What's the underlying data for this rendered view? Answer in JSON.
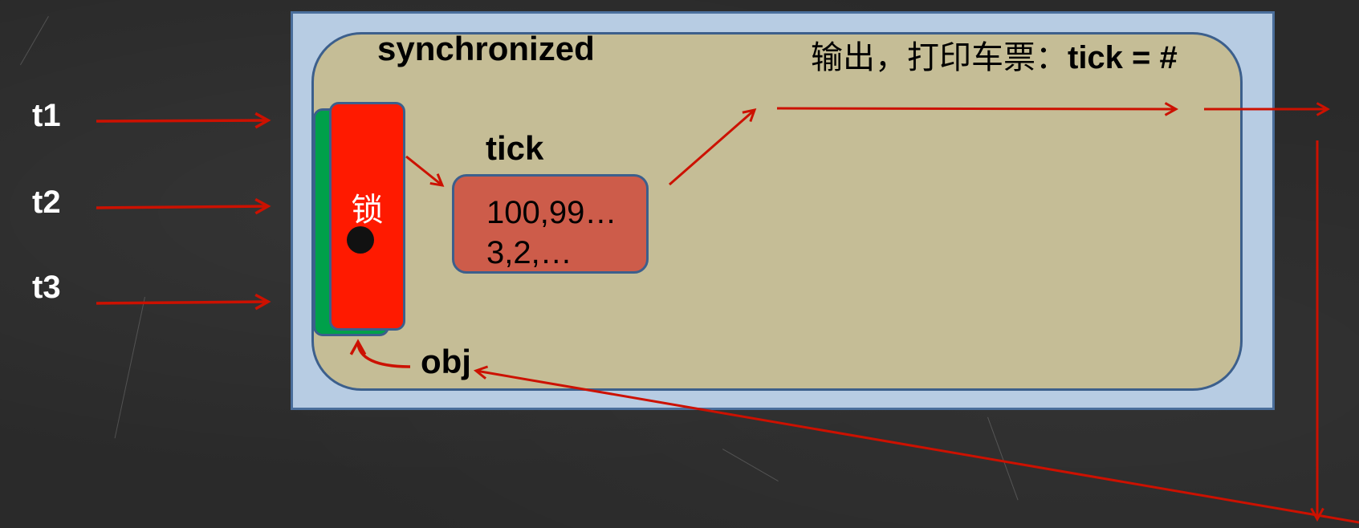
{
  "threads": [
    "t1",
    "t2",
    "t3"
  ],
  "sync_block": {
    "title": "synchronized",
    "output_prefix": "输出，打印车票：",
    "output_suffix": "tick = #"
  },
  "lock": {
    "label": "锁"
  },
  "tick": {
    "title": "tick",
    "line1": "100,99…",
    "line2": "3,2,…"
  },
  "obj": {
    "label": "obj"
  },
  "colors": {
    "arrow": "#cc1100",
    "lock_front": "#ff1a00",
    "lock_back": "#00a04a",
    "tick_box": "#cd5c4a",
    "inner_panel": "#c5bd96",
    "outer_panel": "#b7cce3"
  }
}
